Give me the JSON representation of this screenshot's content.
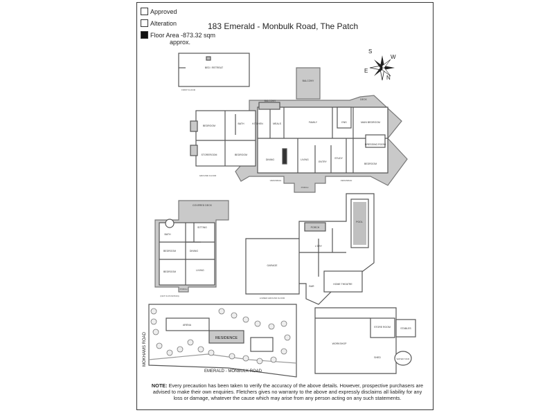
{
  "legend": {
    "approved": "Approved",
    "alteration": "Alteration",
    "floor_area": "Floor Area -873.32 sqm",
    "approx": "approx."
  },
  "title": "183 Emerald - Monbulk Road, The Patch",
  "compass": {
    "s": "S",
    "w": "W",
    "e": "E",
    "n": "N"
  },
  "labels": {
    "first_floor_room": "BED / RETREAT",
    "first_floor": "FIRST FLOOR",
    "balcony_top": "BALCONY",
    "balcony_left": "BALCONY",
    "deck": "DECK",
    "bedroom1": "BEDROOM",
    "bath1": "BATH",
    "kitchen": "KITCHEN",
    "meals": "MEALS",
    "family": "FAMILY",
    "ens": "ENS",
    "main_bedroom": "MAIN BEDROOM",
    "dressing": "DRESSING ROOM",
    "study_room": "STOREROOM",
    "bedroom2": "BEDROOM",
    "dining": "DINING",
    "living": "LIVING",
    "entry": "ENTRY",
    "study": "STUDY",
    "bedroom3": "BEDROOM",
    "verandah_l": "VERANDAH",
    "porch_main": "PORCH",
    "verandah_r": "VERANDAH",
    "ground_floor": "GROUND FLOOR",
    "covered_deck": "COVERED DECK",
    "bath2": "BATH",
    "sitting": "SITTING",
    "bedroom4": "BEDROOM",
    "dining2": "DINING",
    "bedroom5": "BEDROOM",
    "living2": "LIVING",
    "porch2": "PORCH",
    "not_in_position": "(NOT IN POSITION)",
    "porch3": "PORCH",
    "pool": "POOL",
    "lounge": "L'DRY",
    "garage": "GARAGE",
    "home_theatre": "HOME THEATRE",
    "bar": "BAR",
    "lower_ground": "LOWER GROUND FLOOR",
    "arena": "ARENA",
    "residence": "RESIDENCE",
    "store_room": "STORE ROOM",
    "workshop": "WORKSHOP",
    "stables": "STABLES",
    "shed": "SHED",
    "water_tank": "WATER TANK",
    "road_side": "MOKHAMS ROAD",
    "road_bottom": "EMERALD - MONBULK ROAD"
  },
  "note": {
    "lead": "NOTE:",
    "text": "Every precaution has been taken to verify the accuracy of the above details. However, prospective purchasers are advised to make their own enquiries. Fletchers gives no warranty to the above and expressly disclaims all liability for any loss or damage, whatever the cause which may arise from any person acting on any such statements."
  },
  "colors": {
    "wall": "#555555",
    "fill": "#ffffff",
    "grey": "#bdbdbd",
    "dark": "#1a1a1a"
  }
}
